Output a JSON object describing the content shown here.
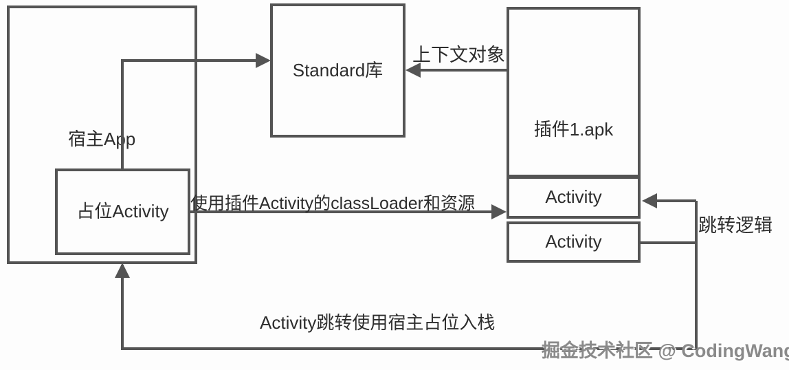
{
  "colors": {
    "line": "#545454",
    "text": "#2d2d2d",
    "watermark": "#8a8a8a",
    "background": "#fdfdfd"
  },
  "boxes": {
    "host_app": {
      "label": "宿主App"
    },
    "placeholder_activity": {
      "label": "占位Activity"
    },
    "standard_lib": {
      "label": "Standard库"
    },
    "plugin_apk": {
      "label": "插件1.apk"
    },
    "activity_top": {
      "label": "Activity"
    },
    "activity_bottom": {
      "label": "Activity"
    }
  },
  "edges": {
    "context_object": {
      "label": "上下文对象"
    },
    "classloader_resources": {
      "label": "使用插件Activity的classLoader和资源"
    },
    "jump_logic": {
      "label": "跳转逻辑"
    },
    "stack_jump": {
      "label": "Activity跳转使用宿主占位入栈"
    }
  },
  "watermark": {
    "text": "掘金技术社区 @ CodingWang"
  }
}
